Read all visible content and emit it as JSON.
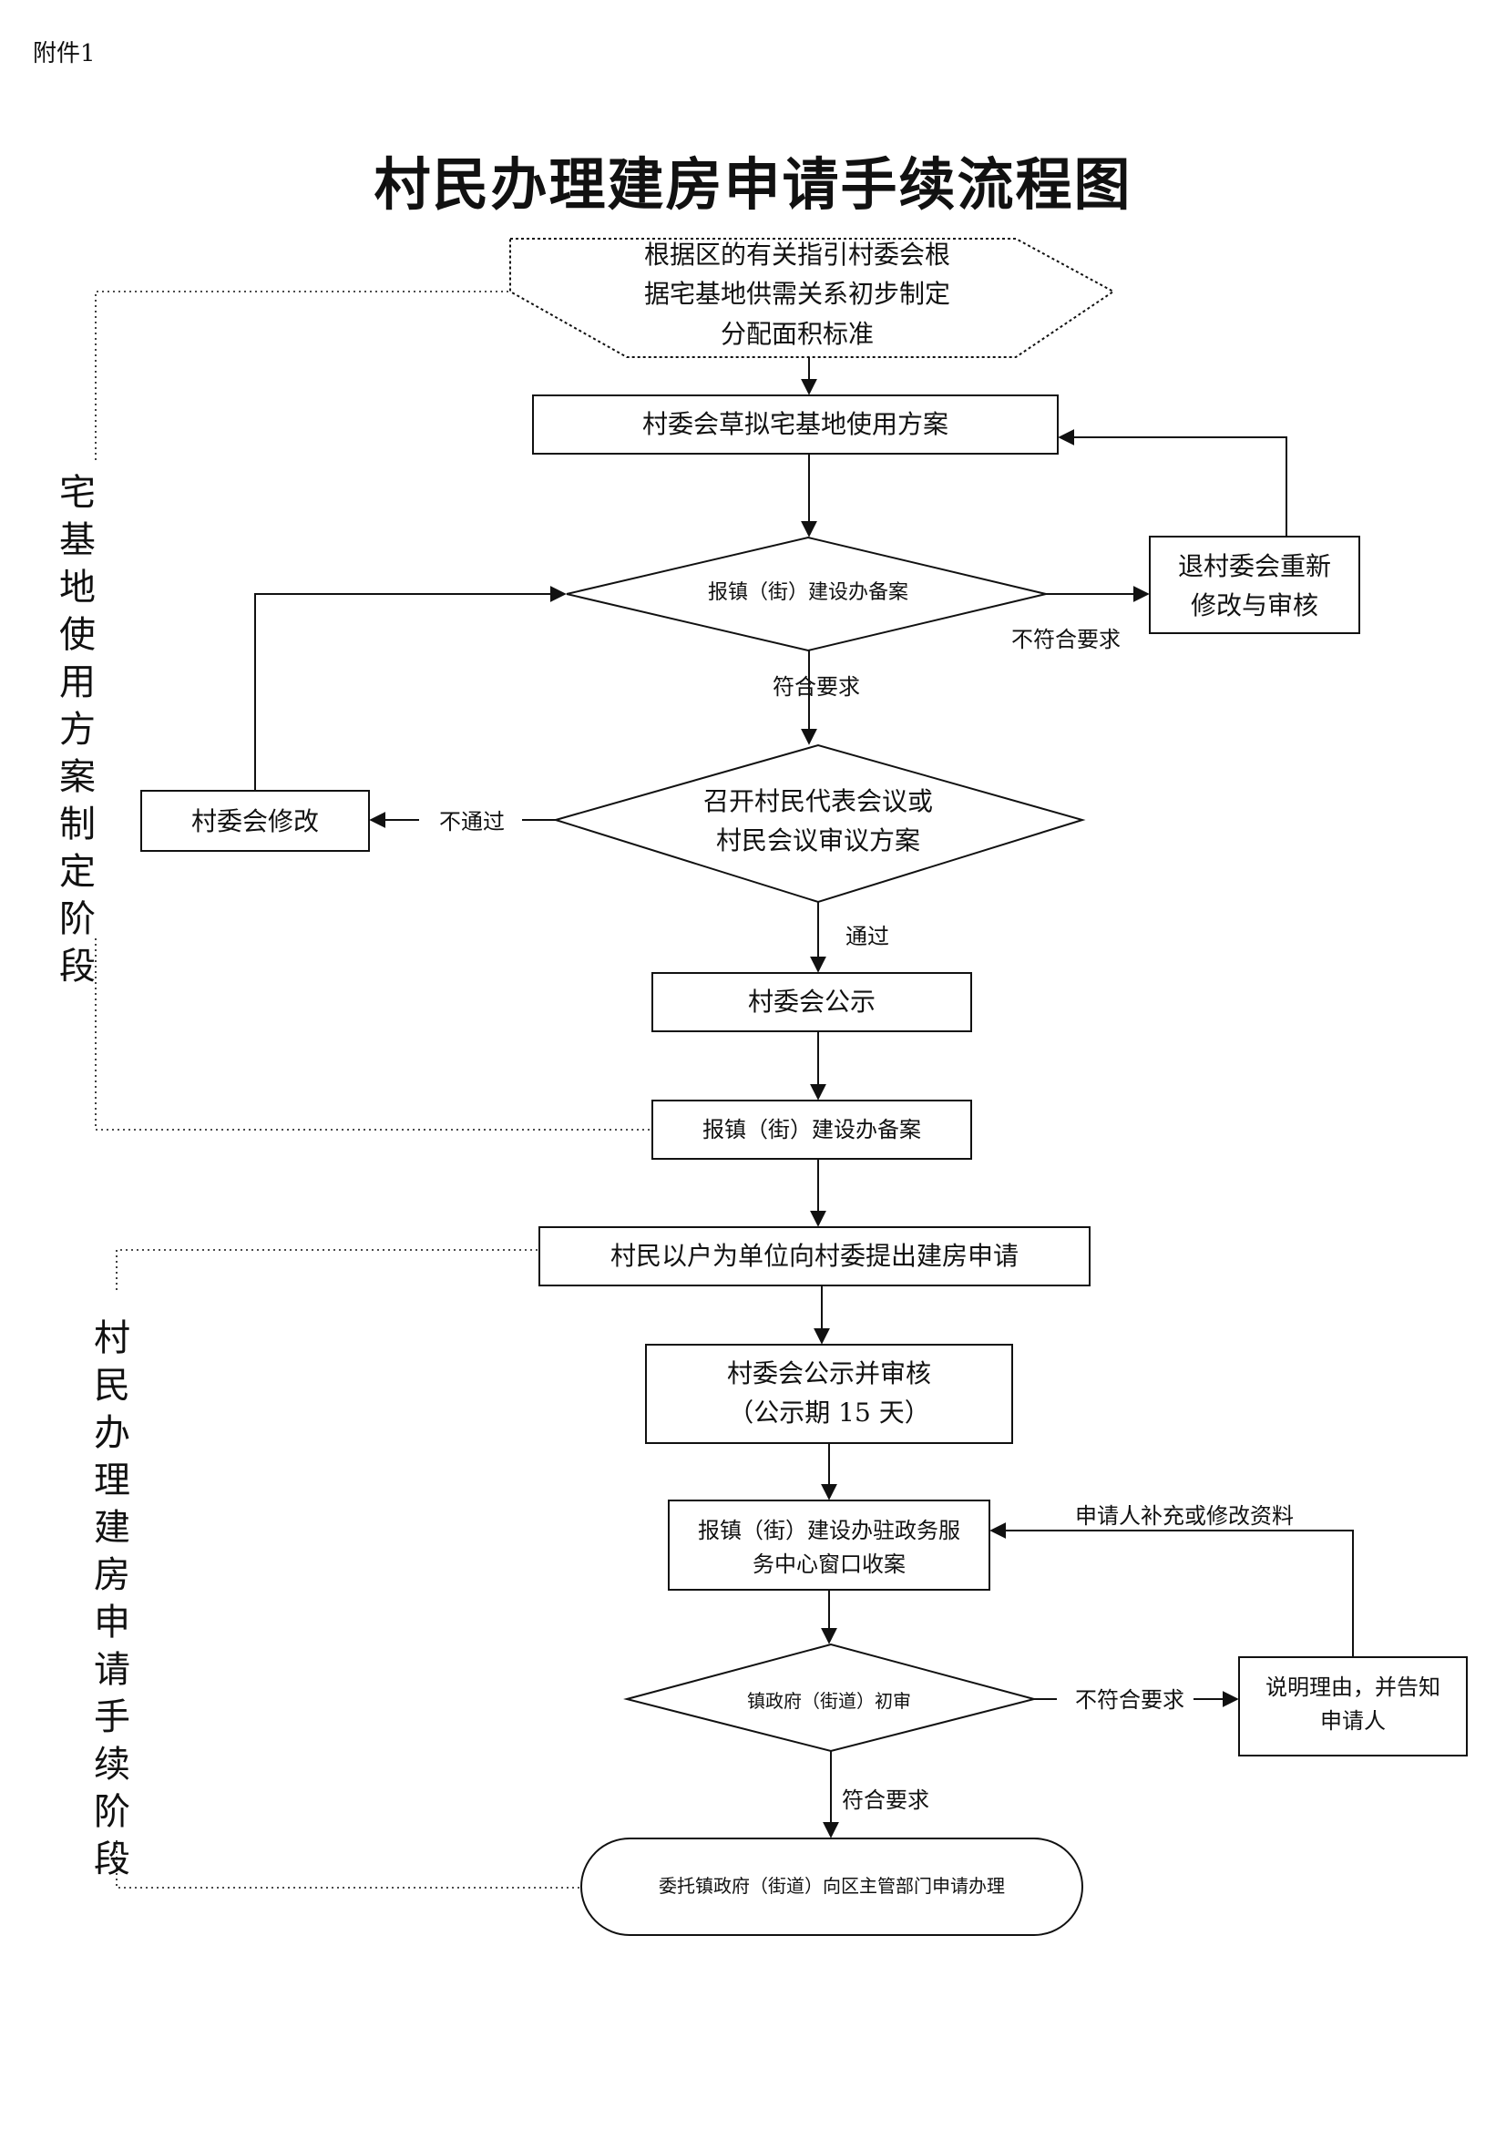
{
  "annex": "附件1",
  "title": "村民办理建房申请手续流程图",
  "phase1": "宅\n基\n地\n使\n用\n方\n案\n制\n定\n阶\n段",
  "phase2": "村\n民\n办\n理\n建\n房\n申\n请\n手\n续\n阶\n段",
  "nodes": {
    "start": "根据区的有关指引村委会根\n据宅基地供需关系初步制定\n分配面积标准",
    "draft": "村委会草拟宅基地使用方案",
    "file1": "报镇（街）建设办备案",
    "return": "退村委会重新\n修改与审核",
    "meeting": "召开村民代表会议或\n村民会议审议方案",
    "revise": "村委会修改",
    "publicize": "村委会公示",
    "file2": "报镇（街）建设办备案",
    "apply": "村民以户为单位向村委提出建房申请",
    "review": "村委会公示并审核\n（公示期 15 天）",
    "window": "报镇（街）建设办驻政务服\n务中心窗口收案",
    "prelim": "镇政府（街道）初审",
    "explain": "说明理由，并告知\n申请人",
    "end": "委托镇政府（街道）向区主管部门申请办理"
  },
  "edges": {
    "not_meet_1": "不符合要求",
    "meet_1": "符合要求",
    "not_pass": "不通过",
    "pass": "通过",
    "supplement": "申请人补充或修改资料",
    "not_meet_2": "不符合要求",
    "meet_2": "符合要求"
  }
}
